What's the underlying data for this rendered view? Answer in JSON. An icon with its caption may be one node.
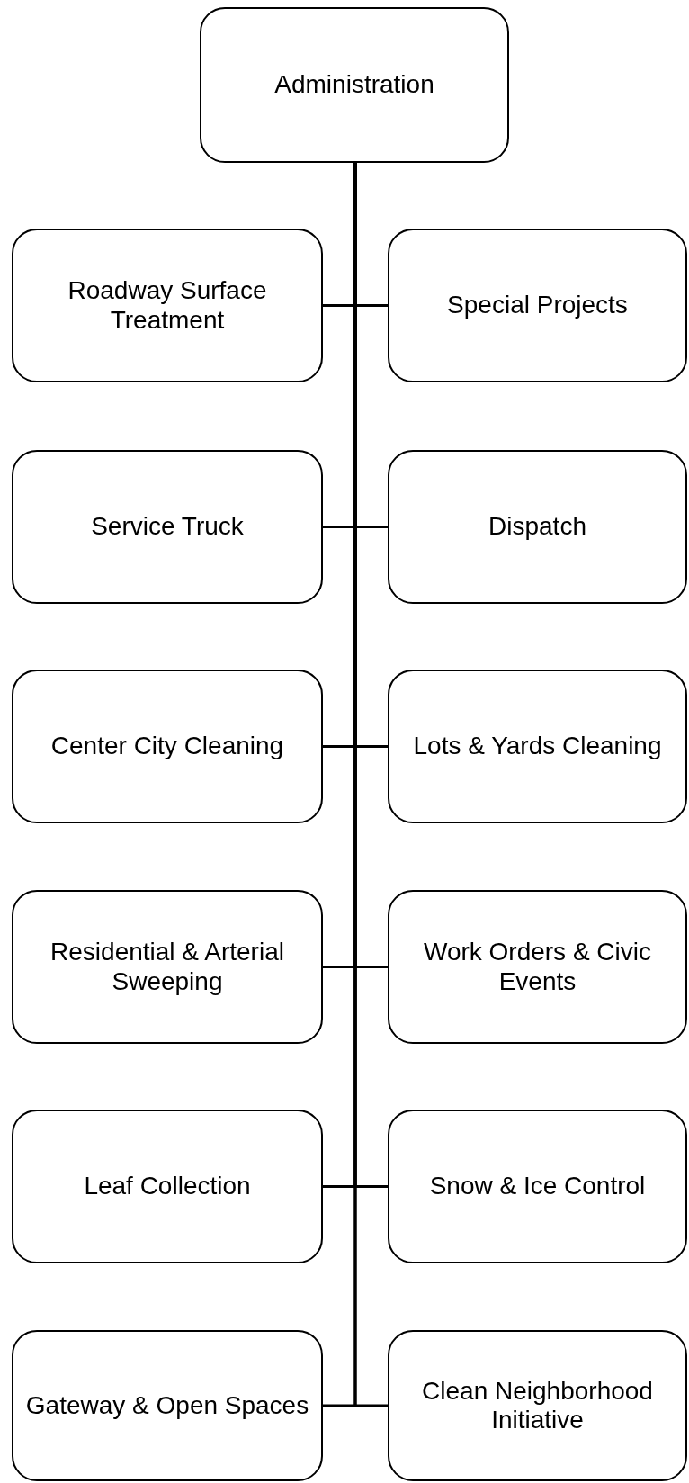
{
  "diagram": {
    "nodes": [
      {
        "text": [
          "Administration"
        ]
      },
      {
        "text": [
          "Roadway Surface Treatment"
        ]
      },
      {
        "text": [
          "Special Projects"
        ]
      },
      {
        "text": [
          "Service Truck"
        ]
      },
      {
        "text": [
          "Dispatch"
        ]
      },
      {
        "text": [
          "Center City Cleaning"
        ]
      },
      {
        "text": [
          "Lots & Yards Cleaning"
        ]
      },
      {
        "text": [
          "Residential & Arterial Sweeping"
        ]
      },
      {
        "text": [
          "Work Orders & Civic Events"
        ]
      },
      {
        "text": [
          "Leaf Collection"
        ]
      },
      {
        "text": [
          "Snow & Ice Control"
        ]
      },
      {
        "text": [
          "Gateway & Open Spaces"
        ]
      },
      {
        "text": [
          "Clean Neighborhood Initiative"
        ]
      }
    ],
    "edges": [
      {
        "from": 0,
        "to": 1,
        "arrow": "none"
      },
      {
        "from": 0,
        "to": 2,
        "arrow": "none"
      },
      {
        "from": 0,
        "to": 3,
        "arrow": "none"
      },
      {
        "from": 0,
        "to": 4,
        "arrow": "none"
      },
      {
        "from": 0,
        "to": 5,
        "arrow": "none"
      },
      {
        "from": 0,
        "to": 6,
        "arrow": "none"
      },
      {
        "from": 0,
        "to": 7,
        "arrow": "none"
      },
      {
        "from": 0,
        "to": 8,
        "arrow": "none"
      },
      {
        "from": 0,
        "to": 9,
        "arrow": "none"
      },
      {
        "from": 0,
        "to": 10,
        "arrow": "none"
      },
      {
        "from": 0,
        "to": 11,
        "arrow": "none"
      },
      {
        "from": 0,
        "to": 12,
        "arrow": "none"
      }
    ]
  }
}
